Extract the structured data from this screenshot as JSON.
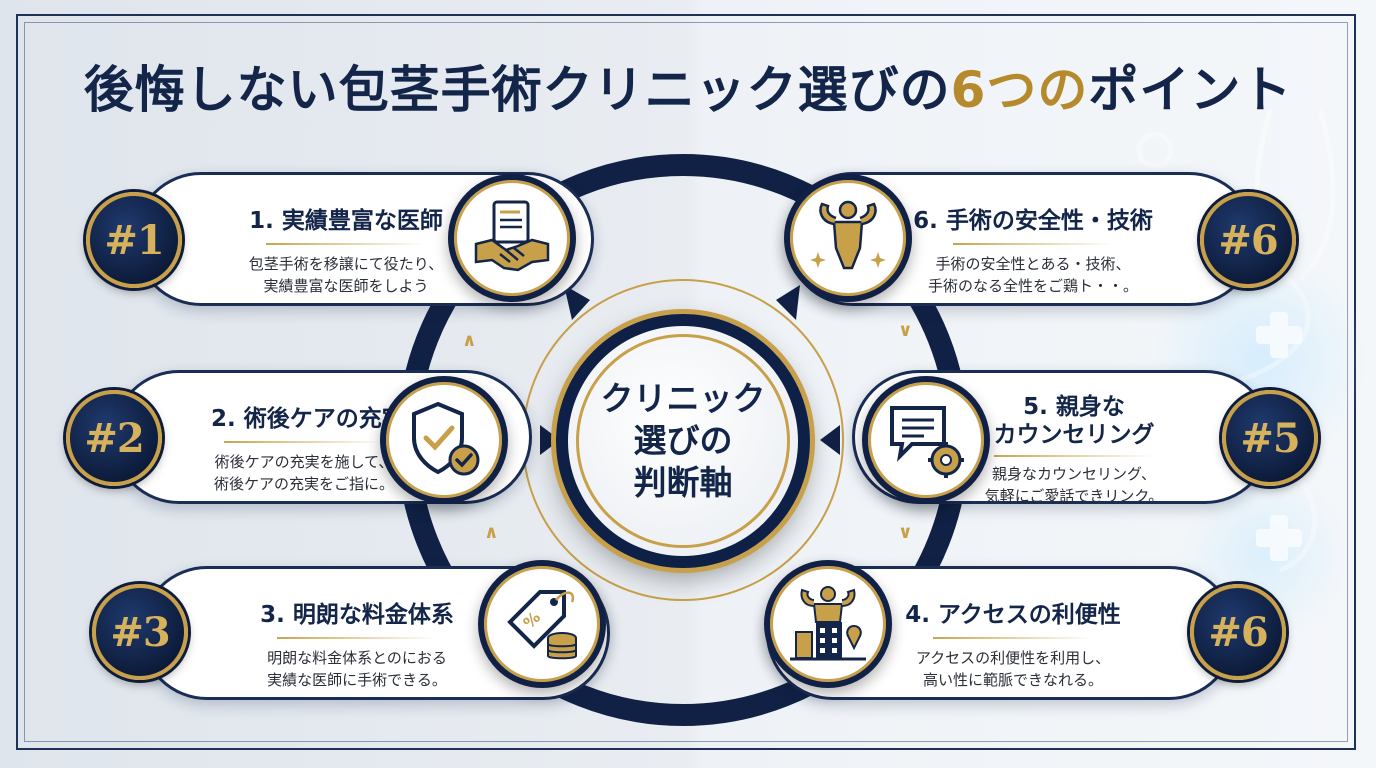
{
  "title": {
    "before": "後悔しない包茎手術クリニック選びの",
    "highlight": "6つの",
    "after": "ポイント"
  },
  "center": {
    "line1": "クリニック",
    "line2": "選びの",
    "line3": "判断軸"
  },
  "colors": {
    "navy": "#14254a",
    "gold": "#c7a049",
    "white": "#ffffff"
  },
  "points": [
    {
      "badge": "#1",
      "heading": "1. 実績豊富な医師",
      "line1": "包茎手術を移譲にて役たり、",
      "line2": "実績豊富な医師をしよう",
      "icon": "handshake-document-icon"
    },
    {
      "badge": "#2",
      "heading": "2. 術後ケアの充実",
      "line1": "術後ケアの充実を施して、",
      "line2": "術後ケアの充実をご指に。",
      "icon": "shield-check-icon"
    },
    {
      "badge": "#3",
      "heading": "3. 明朗な料金体系",
      "line1": "明朗な料金体系とのにおる",
      "line2": "実績な医師に手術できる。",
      "icon": "price-tag-coins-icon"
    },
    {
      "badge": "#6",
      "heading": "4. アクセスの利便性",
      "line1": "アクセスの利便性を利用し、",
      "line2": "高い性に範脈できなれる。",
      "icon": "building-location-icon"
    },
    {
      "badge": "#5",
      "heading1": "5. 親身な",
      "heading2": "カウンセリング",
      "line1": "親身なカウンセリング、",
      "line2": "気軽にご愛話できリンク。",
      "icon": "chat-gear-icon"
    },
    {
      "badge": "#6",
      "heading": "6. 手術の安全性・技術",
      "line1": "手術の安全性とある・技術、",
      "line2": "手術のなる全性をご鶏ト・・。",
      "icon": "strong-body-icon"
    }
  ]
}
